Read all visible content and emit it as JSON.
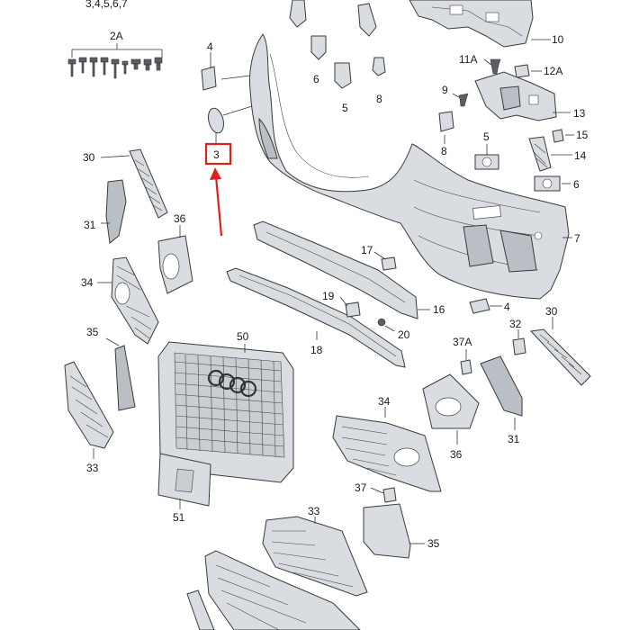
{
  "diagram": {
    "top_partial_label": "3,4,5,6,7",
    "callouts": [
      {
        "id": "c-2a",
        "text": "2A"
      },
      {
        "id": "c-4-top",
        "text": "4"
      },
      {
        "id": "c-3",
        "text": "3"
      },
      {
        "id": "c-6-top",
        "text": "6"
      },
      {
        "id": "c-5-top",
        "text": "5"
      },
      {
        "id": "c-8-top",
        "text": "8"
      },
      {
        "id": "c-10",
        "text": "10"
      },
      {
        "id": "c-11a",
        "text": "11A"
      },
      {
        "id": "c-12a",
        "text": "12A"
      },
      {
        "id": "c-9",
        "text": "9"
      },
      {
        "id": "c-8-mid",
        "text": "8"
      },
      {
        "id": "c-13",
        "text": "13"
      },
      {
        "id": "c-5-mid",
        "text": "5"
      },
      {
        "id": "c-15",
        "text": "15"
      },
      {
        "id": "c-14",
        "text": "14"
      },
      {
        "id": "c-6-mid",
        "text": "6"
      },
      {
        "id": "c-7",
        "text": "7"
      },
      {
        "id": "c-30-left",
        "text": "30"
      },
      {
        "id": "c-31-left",
        "text": "31"
      },
      {
        "id": "c-36-left",
        "text": "36"
      },
      {
        "id": "c-34-left",
        "text": "34"
      },
      {
        "id": "c-17",
        "text": "17"
      },
      {
        "id": "c-19",
        "text": "19"
      },
      {
        "id": "c-16",
        "text": "16"
      },
      {
        "id": "c-4-mid",
        "text": "4"
      },
      {
        "id": "c-32",
        "text": "32"
      },
      {
        "id": "c-30-right",
        "text": "30"
      },
      {
        "id": "c-20",
        "text": "20"
      },
      {
        "id": "c-18",
        "text": "18"
      },
      {
        "id": "c-35-left",
        "text": "35"
      },
      {
        "id": "c-50",
        "text": "50"
      },
      {
        "id": "c-37a",
        "text": "37A"
      },
      {
        "id": "c-34-mid",
        "text": "34"
      },
      {
        "id": "c-36-right",
        "text": "36"
      },
      {
        "id": "c-31-right",
        "text": "31"
      },
      {
        "id": "c-33-left",
        "text": "33"
      },
      {
        "id": "c-51",
        "text": "51"
      },
      {
        "id": "c-37",
        "text": "37"
      },
      {
        "id": "c-33-mid",
        "text": "33"
      },
      {
        "id": "c-35-right",
        "text": "35"
      }
    ],
    "highlight_color": "#e0201c",
    "line_color": "#333333",
    "part_fill": "#d9dde1"
  }
}
